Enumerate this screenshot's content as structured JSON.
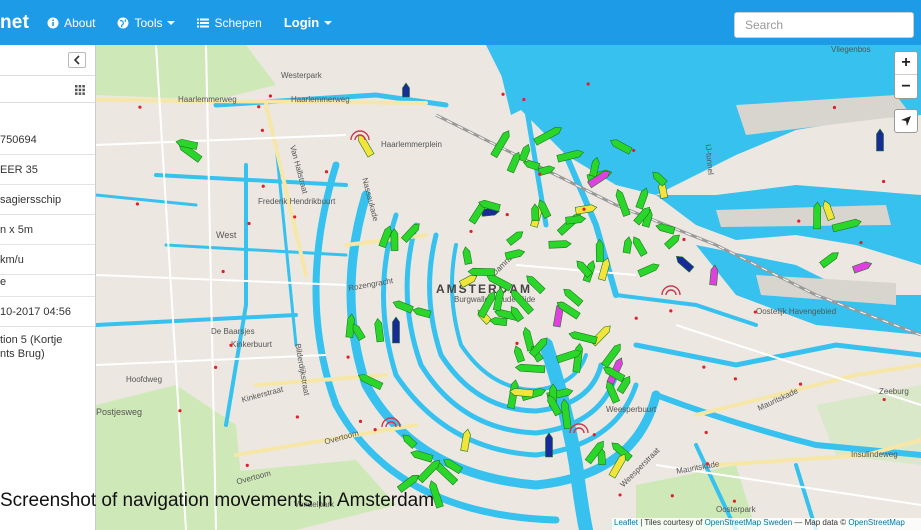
{
  "navbar": {
    "brand": "net",
    "items": [
      {
        "label": "About",
        "icon": "info-icon"
      },
      {
        "label": "Tools",
        "icon": "globe-icon",
        "dropdown": true
      },
      {
        "label": "Schepen",
        "icon": "list-icon"
      },
      {
        "label": "Login",
        "dropdown": true
      }
    ],
    "search_placeholder": "Search"
  },
  "sidebar": {
    "rows": [
      {
        "lines": [
          "750694"
        ]
      },
      {
        "lines": [
          "EER 35"
        ]
      },
      {
        "lines": [
          "sagiersschip"
        ]
      },
      {
        "lines": [
          "n x 5m"
        ]
      },
      {
        "lines": [
          "km/u"
        ]
      },
      {
        "lines": [
          "e"
        ]
      },
      {
        "lines": [
          "10-2017 04:56"
        ]
      },
      {
        "lines": [
          "tion 5 (Kortje",
          "nts Brug)"
        ]
      }
    ]
  },
  "map": {
    "city_label": "AMSTERDAM",
    "labels": [
      "Westerpark",
      "Haarlemmerweg",
      "Haarlemmerweg",
      "Van Hallstraat",
      "Nassaukade",
      "Haarlemmerplein",
      "Frederik Hendrikbuurt",
      "Rozengracht",
      "Damrak",
      "Burgwallen-Oude Zijde",
      "West",
      "Kinkerbuurt",
      "Kinkerstraat",
      "Bilderdijkstraat",
      "Overtoom",
      "Overtoom",
      "Hoofdweg",
      "De Baarsjes",
      "Weesperbuurt",
      "Mauritskade",
      "Mauritskade",
      "Insulindeweg",
      "Zeeburg",
      "IJ-tunnel",
      "Oostelijk Havengebied",
      "Vliegenbos",
      "Postjesweg",
      "Weesperstraat",
      "Vondelpark",
      "Oosterpark"
    ],
    "zoom_in": "+",
    "zoom_out": "−",
    "attribution": {
      "leaflet": "Leaflet",
      "tiles": " | Tiles courtesy of ",
      "osm_sweden": "OpenStreetMap Sweden",
      "map_data": " — Map data © ",
      "osm": "OpenStreetMap"
    }
  },
  "caption": "Screenshot of navigation movements in Amsterdam",
  "colors": {
    "navbar": "#1e9be6",
    "water": "#36c1ef",
    "vessel_green": "#2bd62b",
    "vessel_yellow": "#f2e43a",
    "vessel_blue": "#1a2a9a",
    "vessel_magenta": "#e040e0"
  }
}
